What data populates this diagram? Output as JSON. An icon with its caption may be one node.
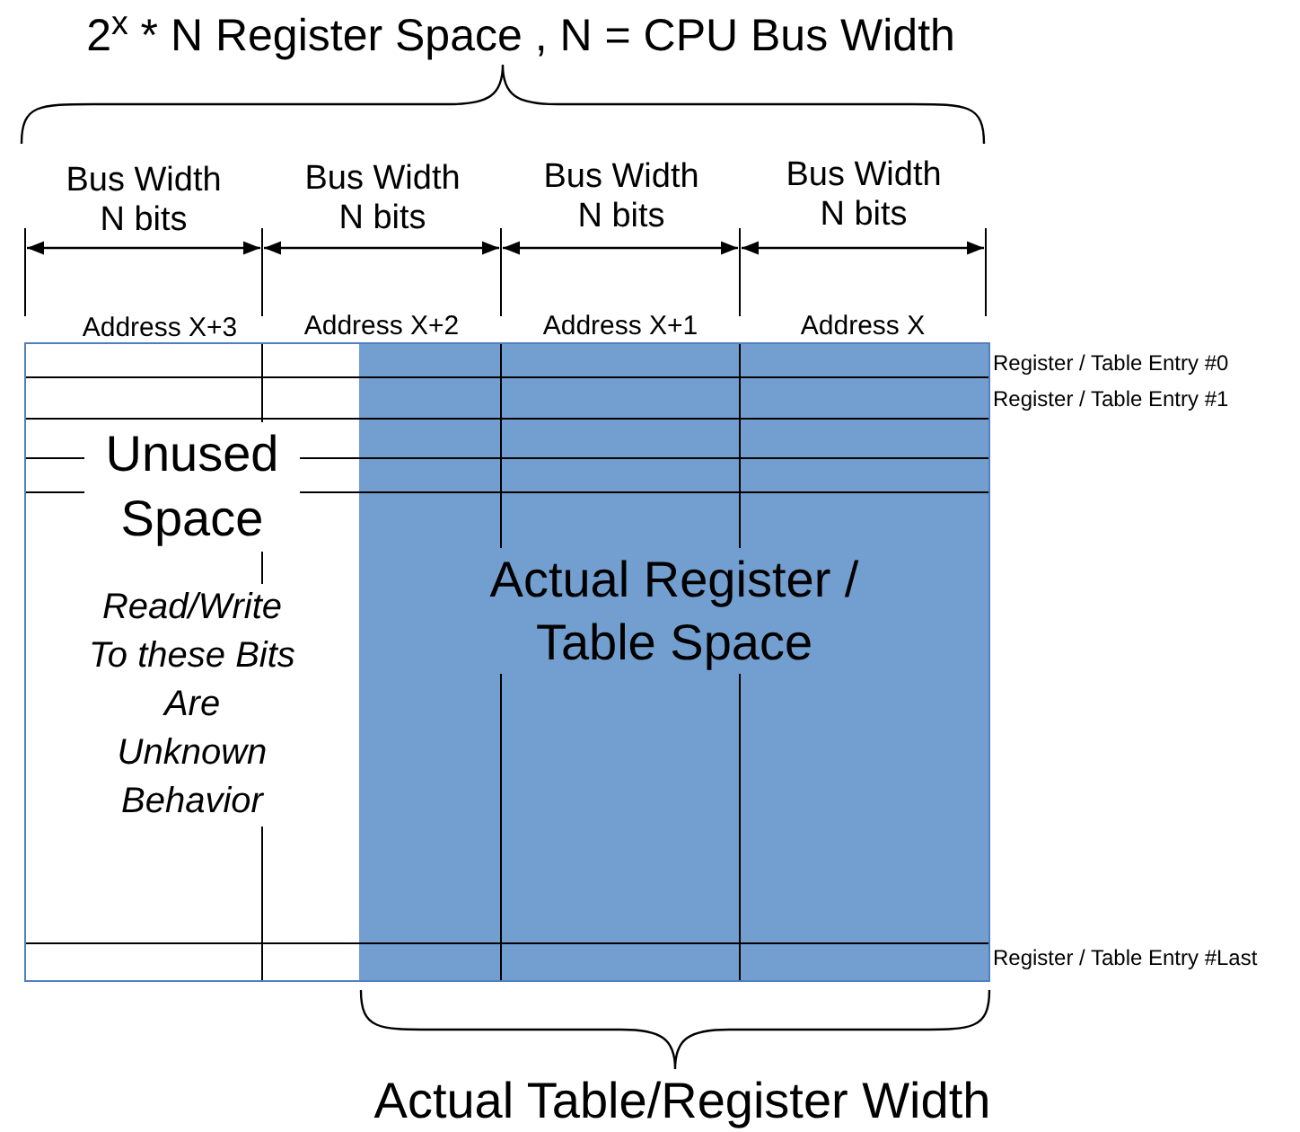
{
  "diagram": {
    "title": "2$^{x}$ * N Register Space , N = CPU Bus Width",
    "nodes": [
      {
        "text": [
          "Unused Space",
          "Read/Write To these Bits Are Unknown Behavior"
        ]
      },
      {
        "text": [
          "Actual Register / Table Space"
        ]
      }
    ],
    "labels": [
      "Bus Width N bits",
      "Bus Width N bits",
      "Bus Width N bits",
      "Bus Width N bits",
      "Address X+3",
      "Address X+2",
      "Address X+1",
      "Address X",
      "Register / Table Entry #0",
      "Register / Table Entry #1",
      "Register / Table Entry #Last",
      "Actual Table/Register Width"
    ]
  }
}
